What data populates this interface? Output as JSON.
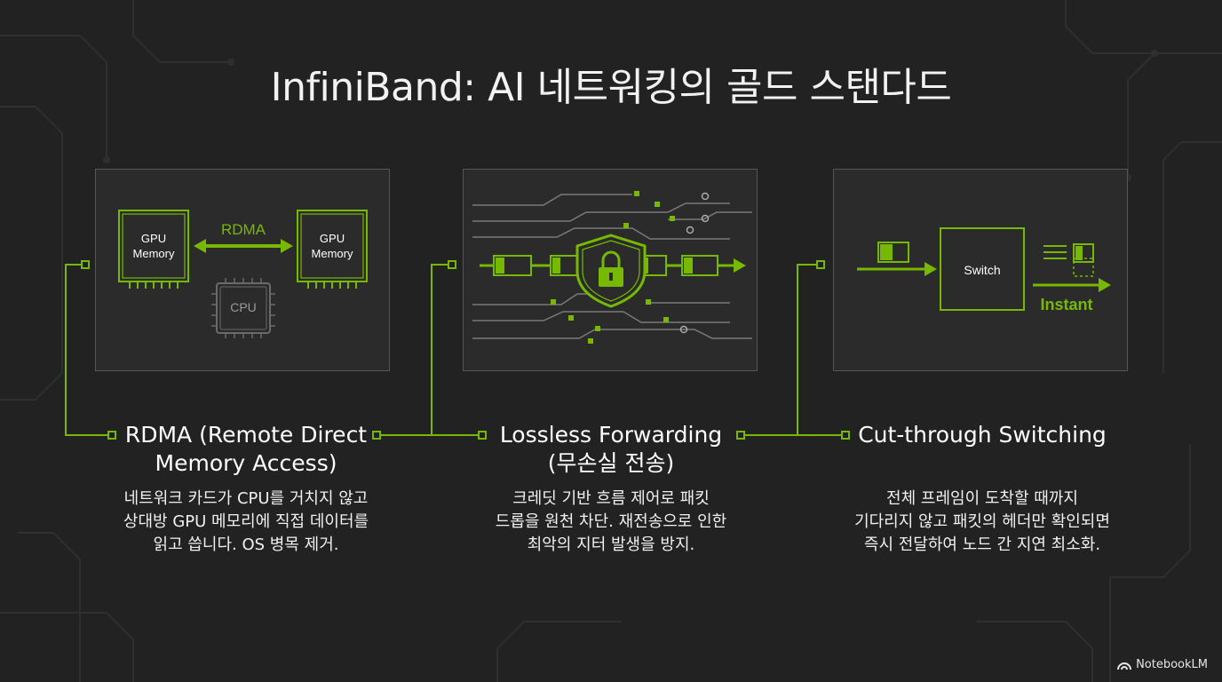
{
  "title": "InfiniBand: AI 네트워킹의 골드 스탠다드",
  "colors": {
    "accent": "#76b900",
    "background": "#222222",
    "panel": "#2b2b2b",
    "panel_border": "#555555"
  },
  "features": [
    {
      "title_line1": "RDMA (Remote Direct",
      "title_line2": "Memory Access)",
      "desc_lines": [
        "네트워크 카드가 CPU를 거치지 않고",
        "상대방 GPU 메모리에 직접 데이터를",
        "읽고 씁니다. OS 병목 제거."
      ],
      "diagram": {
        "gpu_left": [
          "GPU",
          "Memory"
        ],
        "gpu_right": [
          "GPU",
          "Memory"
        ],
        "arrow_label": "RDMA",
        "cpu_label": "CPU"
      }
    },
    {
      "title_line1": "Lossless Forwarding",
      "title_line2": "(무손실 전송)",
      "desc_lines": [
        "크레딧 기반 흐름 제어로 패킷",
        "드롭을 원천 차단. 재전송으로 인한",
        "최악의 지터 발생을 방지."
      ],
      "diagram": {
        "icon": "shield-lock-icon"
      }
    },
    {
      "title_line1": "Cut-through Switching",
      "title_line2": "",
      "desc_lines": [
        "전체 프레임이 도착할 때까지",
        "기다리지 않고 패킷의 헤더만 확인되면",
        "즉시 전달하여 노드 간 지연 최소화."
      ],
      "diagram": {
        "switch_label": "Switch",
        "output_label": "Instant"
      }
    }
  ],
  "brand": {
    "name": "NotebookLM",
    "icon": "notebooklm-logo-icon"
  }
}
